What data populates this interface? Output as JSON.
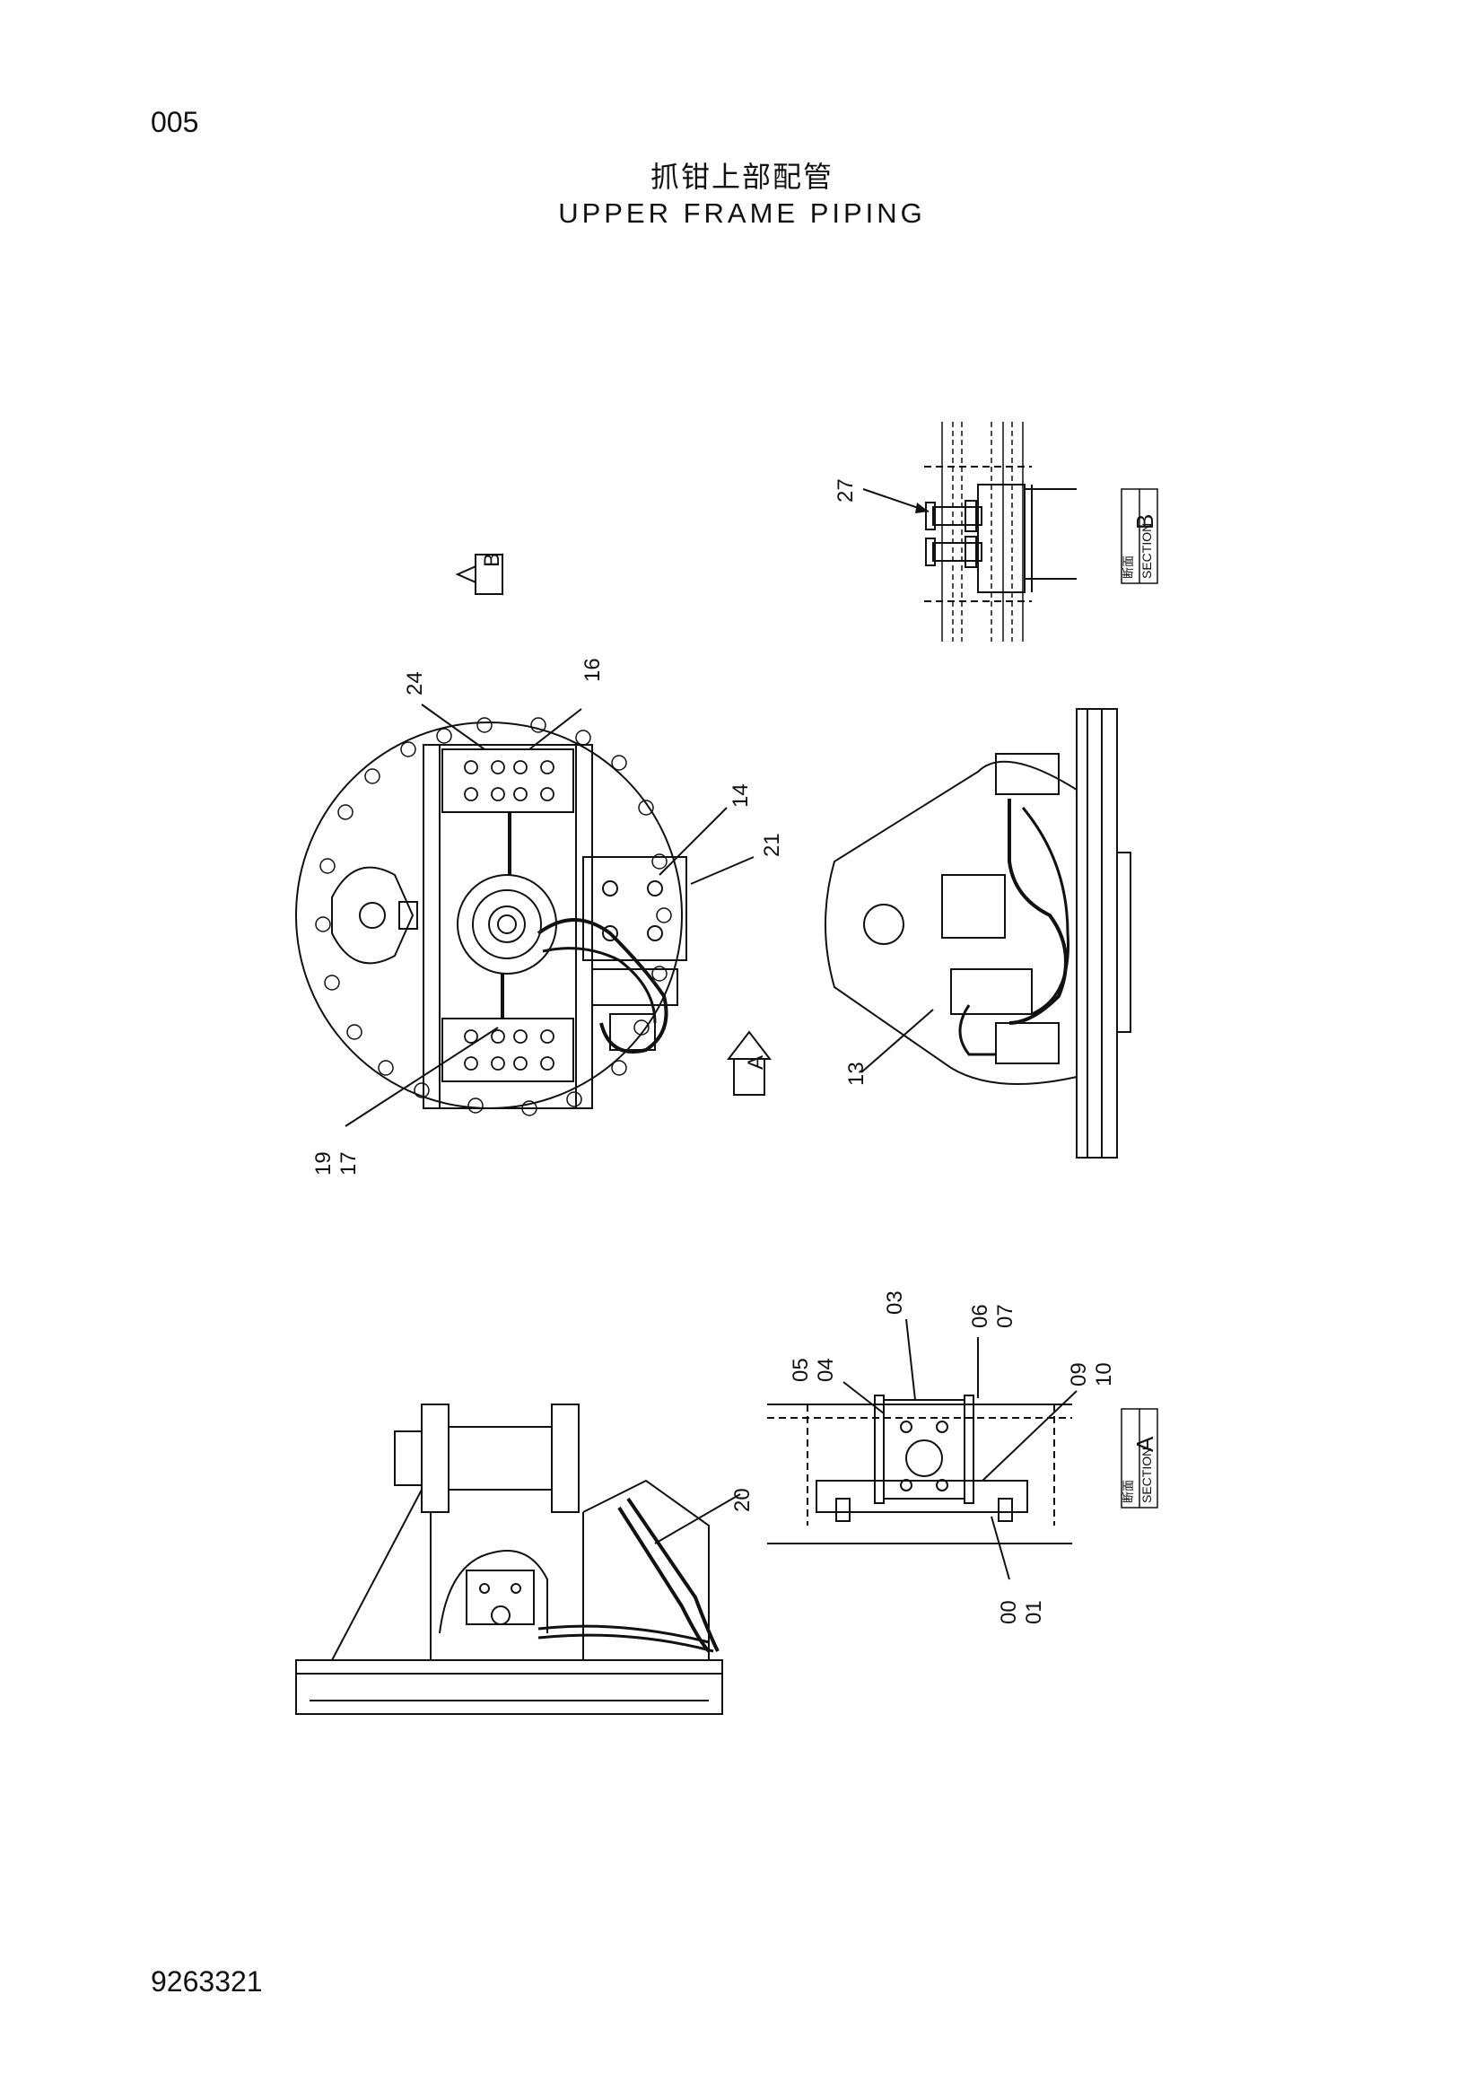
{
  "page": {
    "page_number": "005",
    "title_cn": "抓钳上部配管",
    "title_en": "UPPER FRAME PIPING",
    "doc_number": "9263321"
  },
  "markers": {
    "view_a": "A",
    "view_b": "B"
  },
  "sections": {
    "a": {
      "cn": "断面",
      "en": "SECTION",
      "letter": "A"
    },
    "b": {
      "cn": "断面",
      "en": "SECTION",
      "letter": "B"
    }
  },
  "callouts": {
    "c27": "27",
    "c24": "24",
    "c16": "16",
    "c14": "14",
    "c21": "21",
    "c13": "13",
    "c19_17": "19\n17",
    "c03": "03",
    "c06_07": "06\n07",
    "c05_04": "05\n04",
    "c09_10": "09\n10",
    "c20": "20",
    "c00_01": "00\n01"
  }
}
